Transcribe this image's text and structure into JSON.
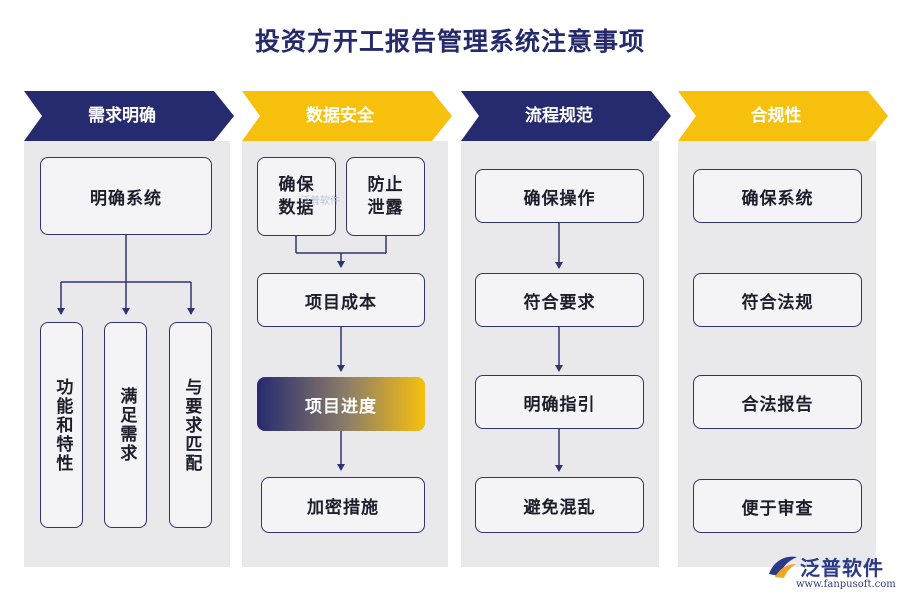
{
  "title": "投资方开工报告管理系统注意事项",
  "colors": {
    "navy": "#262b6f",
    "gold": "#f7c00c",
    "panel": "#e9e9ec"
  },
  "columns": [
    {
      "header": "需求明确",
      "header_style": "navy",
      "top": "明确系统",
      "branches": [
        "功能和特性",
        "满足需求",
        "与要求匹配"
      ]
    },
    {
      "header": "数据安全",
      "header_style": "gold",
      "pair": [
        "确保数据",
        "防止泄露"
      ],
      "steps": [
        "项目成本",
        "项目进度",
        "加密措施"
      ]
    },
    {
      "header": "流程规范",
      "header_style": "navy",
      "steps": [
        "确保操作",
        "符合要求",
        "明确指引",
        "避免混乱"
      ]
    },
    {
      "header": "合规性",
      "header_style": "gold",
      "steps": [
        "确保系统",
        "符合法规",
        "合法报告",
        "便于审查"
      ]
    }
  ],
  "watermark": "泛普软件",
  "logo": {
    "name": "泛普软件",
    "url": "www.fanpusoft.com",
    "icon": "fanpu-logo-icon"
  }
}
